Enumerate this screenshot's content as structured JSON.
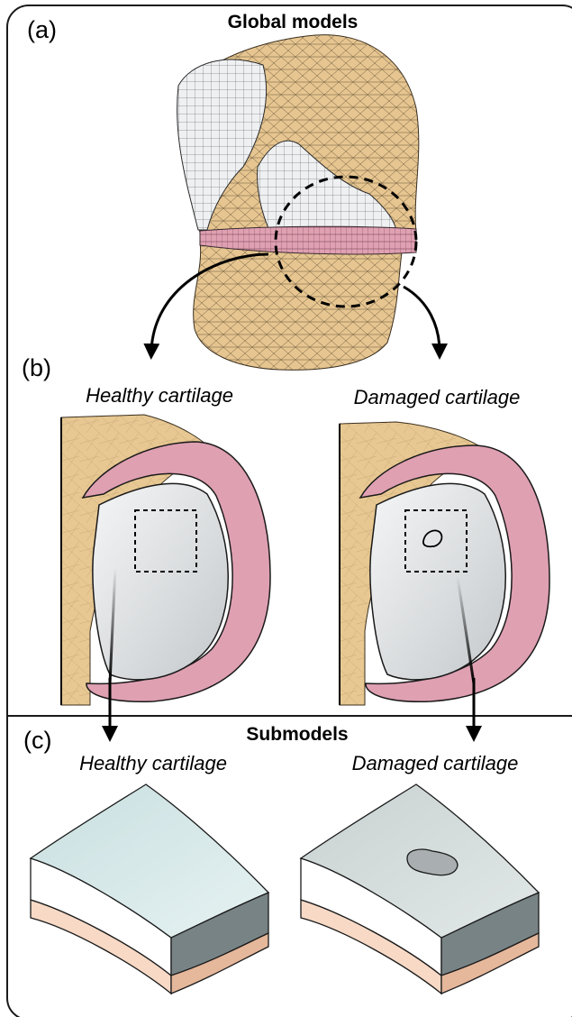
{
  "panels": {
    "a": {
      "letter": "(a)",
      "title": "Global models"
    },
    "b": {
      "letter": "(b)",
      "left_caption": "Healthy cartilage",
      "right_caption": "Damaged cartilage"
    },
    "c": {
      "letter": "(c)",
      "title": "Submodels",
      "left_caption": "Healthy cartilage",
      "right_caption": "Damaged cartilage"
    }
  },
  "colors": {
    "bone": "#e6c590",
    "cartilage": "#e3e6e8",
    "meniscus": "#dfa0b2",
    "submodel_top": "#d3e5e6",
    "submodel_top_damaged": "#d5dcdc",
    "submodel_side_dark": "#788385",
    "submodel_bottom_layer": "#f7d9c6",
    "frame": "#1a1a1a"
  }
}
